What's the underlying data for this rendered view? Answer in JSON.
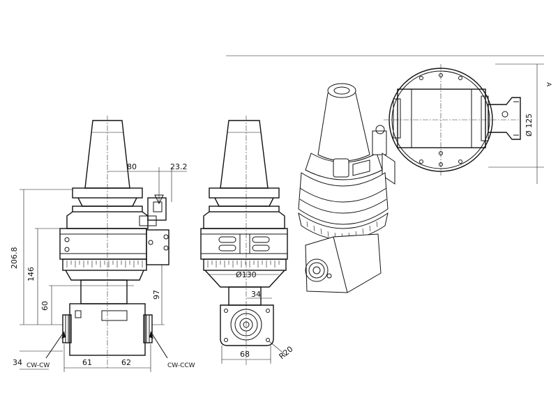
{
  "dimensions": {
    "d80": "80",
    "d23_2": "23.2",
    "d206_8": "206.8",
    "d146": "146",
    "d60": "60",
    "d97": "97",
    "d34_left": "34",
    "d61": "61",
    "d62": "62",
    "cw_label": "CW-CW",
    "ccw_label": "CW-CCW",
    "d130": "Ø130",
    "d34_side": "34",
    "d68": "68",
    "r20": "R20",
    "d125": "Ø 125",
    "label_a": "A"
  },
  "colors": {
    "line": "#111111",
    "background": "#ffffff"
  }
}
